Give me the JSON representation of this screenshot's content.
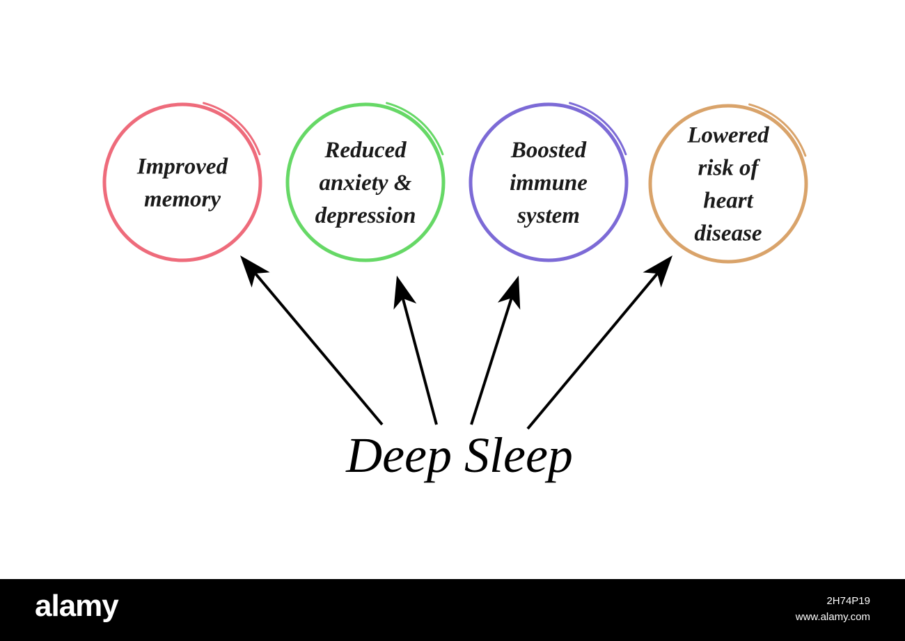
{
  "diagram": {
    "center_label": "Deep Sleep",
    "benefits": [
      {
        "lines": [
          "Improved",
          "memory"
        ],
        "color": "#ee6b7b"
      },
      {
        "lines": [
          "Reduced",
          "anxiety &",
          "depression"
        ],
        "color": "#66d866"
      },
      {
        "lines": [
          "Boosted",
          "immune",
          "system"
        ],
        "color": "#7c6ad6"
      },
      {
        "lines": [
          "Lowered",
          "risk of",
          "heart",
          "disease"
        ],
        "color": "#d9a36a"
      }
    ]
  },
  "watermark": {
    "brand": "alamy",
    "image_id": "2H74P19",
    "site": "www.alamy.com"
  }
}
